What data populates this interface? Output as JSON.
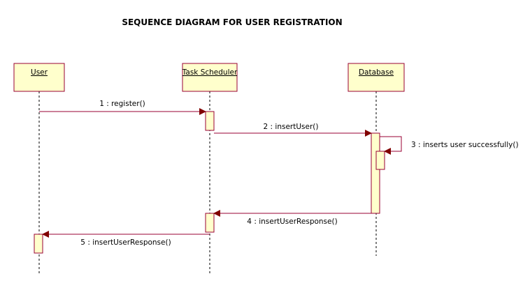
{
  "title": "SEQUENCE DIAGRAM FOR USER REGISTRATION",
  "colors": {
    "lifeline_fill": "#ffffcc",
    "lifeline_stroke": "#990033",
    "message_line": "#990033",
    "arrowhead": "#800000",
    "text": "#000000",
    "background": "#ffffff"
  },
  "lifelines": [
    {
      "id": "user",
      "label": "User"
    },
    {
      "id": "scheduler",
      "label": "Task Scheduler"
    },
    {
      "id": "database",
      "label": "Database"
    }
  ],
  "messages": [
    {
      "id": "m1",
      "label": "1 : register()",
      "from": "user",
      "to": "scheduler"
    },
    {
      "id": "m2",
      "label": "2 : insertUser()",
      "from": "scheduler",
      "to": "database"
    },
    {
      "id": "m3",
      "label": "3 : inserts user successfully()",
      "from": "database",
      "to": "database"
    },
    {
      "id": "m4",
      "label": "4 : insertUserResponse()",
      "from": "database",
      "to": "scheduler"
    },
    {
      "id": "m5",
      "label": "5 : insertUserResponse()",
      "from": "scheduler",
      "to": "user"
    }
  ]
}
